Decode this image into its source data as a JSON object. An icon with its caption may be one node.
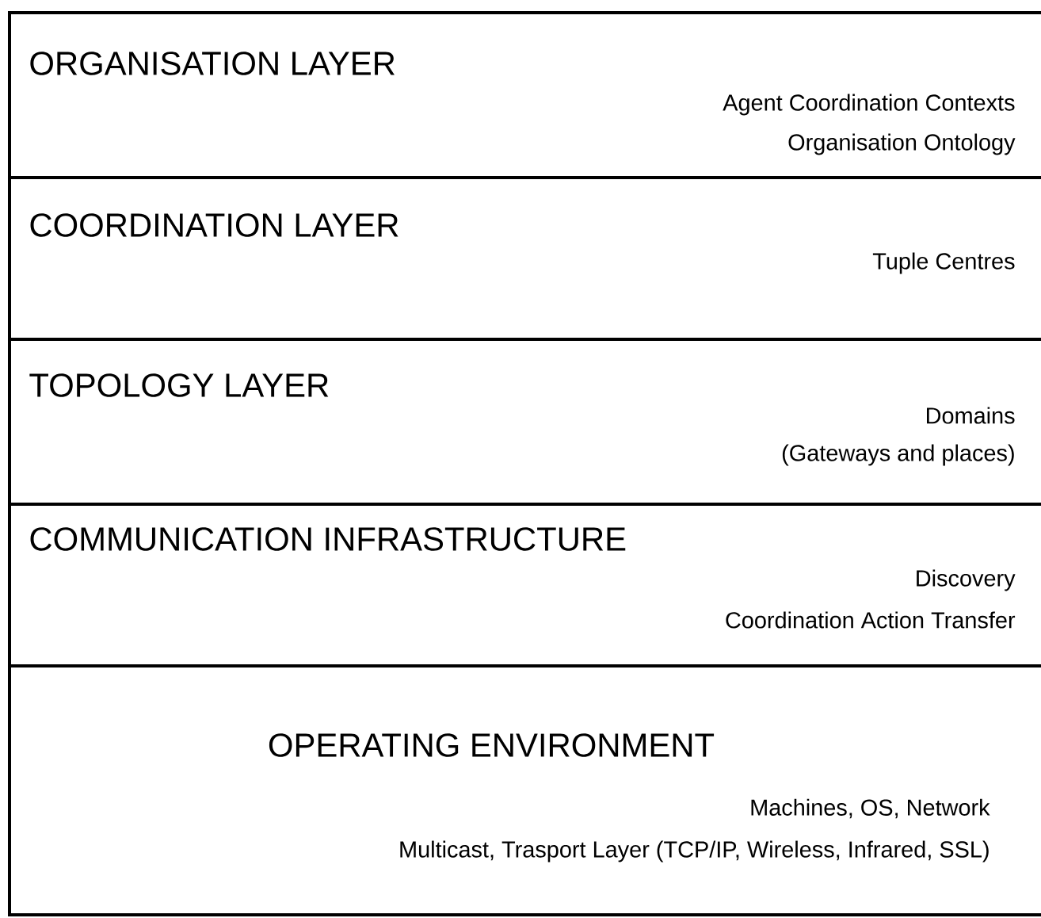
{
  "diagram": {
    "nodes": [
      {
        "text": [
          "ORGANISATION LAYER",
          "Agent Coordination Contexts",
          "Organisation Ontology"
        ]
      },
      {
        "text": [
          "COORDINATION LAYER",
          "Tuple Centres"
        ]
      },
      {
        "text": [
          "TOPOLOGY LAYER",
          "Domains",
          "(Gateways and places)"
        ]
      },
      {
        "text": [
          "COMMUNICATION INFRASTRUCTURE",
          "Discovery",
          "Coordination Action Transfer"
        ]
      },
      {
        "text": [
          "OPERATING ENVIRONMENT",
          "Machines, OS,  Network",
          "Multicast, Trasport Layer (TCP/IP, Wireless, Infrared, SSL)"
        ]
      }
    ],
    "edges": []
  }
}
